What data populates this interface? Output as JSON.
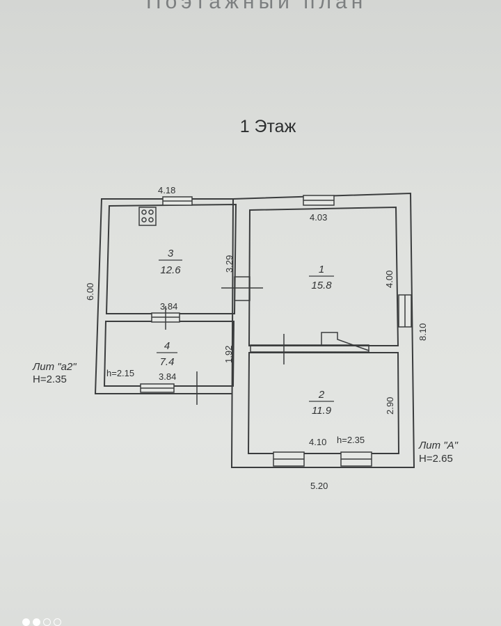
{
  "header": {
    "title": "Поэтажный план"
  },
  "floor": {
    "title": "1 Этаж"
  },
  "rooms": [
    {
      "number": "3",
      "area": "12.6"
    },
    {
      "number": "1",
      "area": "15.8"
    },
    {
      "number": "4",
      "area": "7.4"
    },
    {
      "number": "2",
      "area": "11.9"
    }
  ],
  "dimensions": {
    "top_left": "4.18",
    "room1_top": "4.03",
    "room3_right": "3.29",
    "room1_right": "4.00",
    "left_outer": "6.00",
    "right_outer": "8.10",
    "room3_bottom": "3.84",
    "room4_bottom": "3.84",
    "room4_right": "1.92",
    "room2_right": "2.90",
    "room2_bottom": "4.10",
    "bottom_outer": "5.20"
  },
  "heights": {
    "room4": "h=2.15",
    "room2": "h=2.35"
  },
  "lit": {
    "a2": {
      "name": "Лит \"а2\"",
      "height": "H=2.35"
    },
    "a": {
      "name": "Лит \"А\"",
      "height": "H=2.65"
    }
  },
  "pager": {
    "total": 4,
    "active": 2
  },
  "colors": {
    "line": "#3a3c3d",
    "paper": "#e0e2df",
    "title": "#2b2d2e"
  }
}
